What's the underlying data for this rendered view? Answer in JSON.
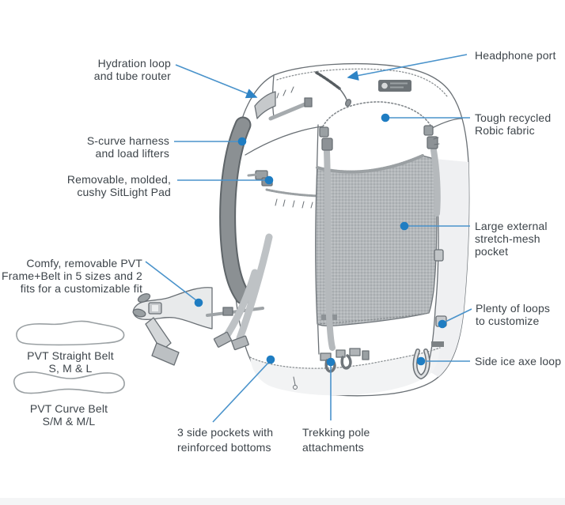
{
  "diagram": {
    "subject": "ultralight backpack feature diagram",
    "colors": {
      "callout_dot_blue": "#1f7dc2",
      "callout_line_blue": "#4a93cb",
      "text_color": "#3d444a",
      "outline_gray": "#6a7075",
      "mesh_gray": "#b4b8bb",
      "strap_gray": "#8b9093"
    },
    "left_callouts": [
      {
        "id": "hydration-loop",
        "lines": [
          "Hydration loop",
          "and tube router"
        ]
      },
      {
        "id": "s-curve-harness",
        "lines": [
          "S-curve harness",
          "and load lifters"
        ]
      },
      {
        "id": "sitlight-pad",
        "lines": [
          "Removable, molded,",
          "cushy SitLight Pad"
        ]
      },
      {
        "id": "pvt-frame-belt",
        "lines": [
          "Comfy, removable PVT",
          "Frame+Belt in 5 sizes and 2",
          "fits for a customizable fit"
        ]
      }
    ],
    "right_callouts": [
      {
        "id": "headphone-port",
        "lines": [
          "Headphone port"
        ]
      },
      {
        "id": "robic-fabric",
        "lines": [
          "Tough recycled",
          "Robic fabric"
        ]
      },
      {
        "id": "mesh-pocket",
        "lines": [
          "Large external",
          "stretch-mesh",
          "pocket"
        ]
      },
      {
        "id": "loops-to-customize",
        "lines": [
          "Plenty of loops",
          "to customize"
        ]
      },
      {
        "id": "side-ice-axe-loop",
        "lines": [
          "Side ice axe loop"
        ]
      }
    ],
    "bottom_callouts": [
      {
        "id": "side-pockets",
        "lines": [
          "3 side pockets with",
          "reinforced bottoms"
        ]
      },
      {
        "id": "trekking-pole",
        "lines": [
          "Trekking pole",
          "attachments"
        ]
      }
    ],
    "belt_diagrams": [
      {
        "id": "straight-belt",
        "lines": [
          "PVT Straight Belt",
          "S, M & L"
        ]
      },
      {
        "id": "curve-belt",
        "lines": [
          "PVT Curve Belt",
          "S/M & M/L"
        ]
      }
    ]
  }
}
